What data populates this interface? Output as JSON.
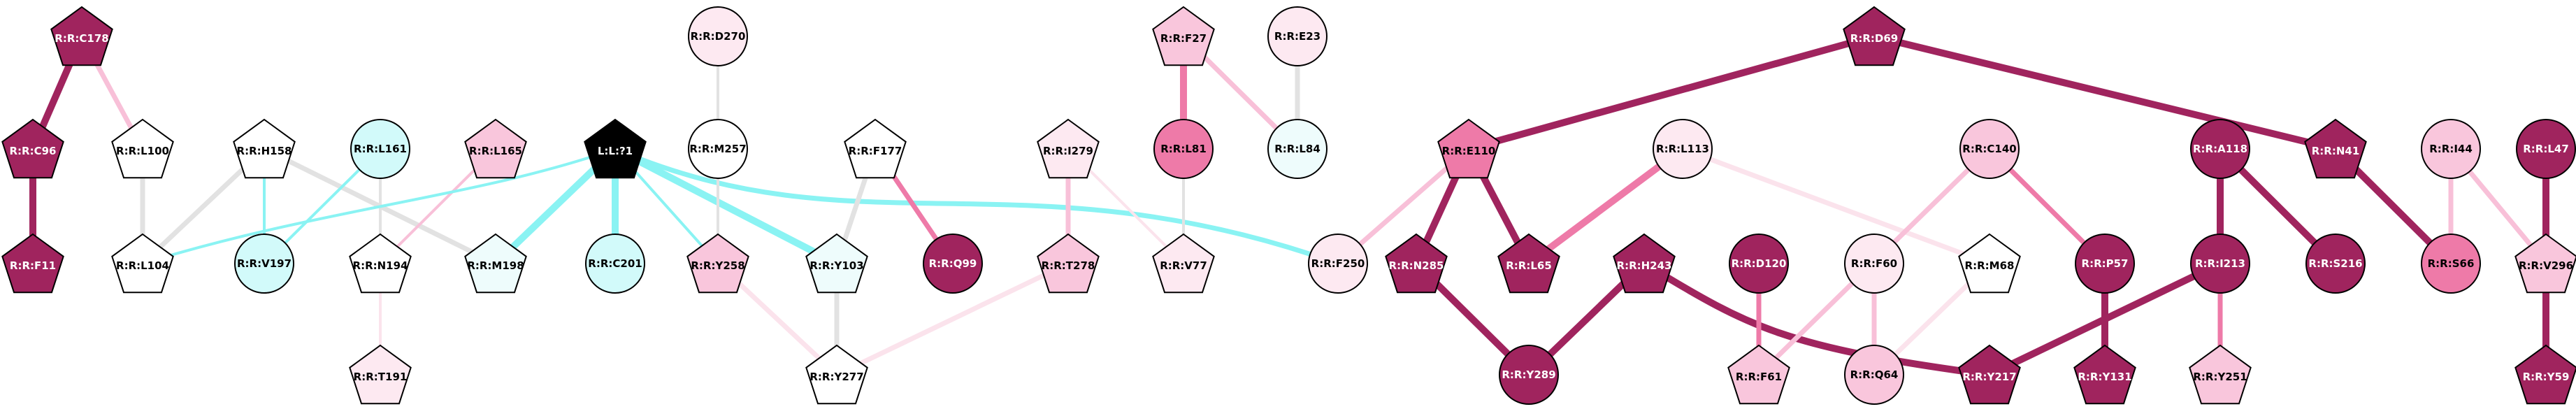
{
  "colors": {
    "dark": "#a0245e",
    "mid": "#ee7aa8",
    "light": "#f9c6dc",
    "pale": "#fde9f1",
    "white": "#ffffff",
    "cyan": "#d2fafa",
    "cyan_pale": "#eefcfc",
    "black": "#000000",
    "edge_cyan": "#8af3f3",
    "edge_gray": "#e2e2e2",
    "edge_dark": "#a0245e",
    "edge_mid": "#ee7aa8",
    "edge_light": "#f8c0d8",
    "edge_pale": "#fbe3ec"
  },
  "nodes": [
    {
      "id": "C178",
      "label": "R:R:C178",
      "shape": "pentagon",
      "fill": "dark"
    },
    {
      "id": "C96",
      "label": "R:R:C96",
      "shape": "pentagon",
      "fill": "dark"
    },
    {
      "id": "F11",
      "label": "R:R:F11",
      "shape": "pentagon",
      "fill": "dark"
    },
    {
      "id": "L100",
      "label": "R:R:L100",
      "shape": "pentagon",
      "fill": "white"
    },
    {
      "id": "L104",
      "label": "R:R:L104",
      "shape": "pentagon",
      "fill": "white"
    },
    {
      "id": "H158",
      "label": "R:R:H158",
      "shape": "pentagon",
      "fill": "white"
    },
    {
      "id": "V197",
      "label": "R:R:V197",
      "shape": "circle",
      "fill": "cyan"
    },
    {
      "id": "L161",
      "label": "R:R:L161",
      "shape": "circle",
      "fill": "cyan"
    },
    {
      "id": "N194",
      "label": "R:R:N194",
      "shape": "pentagon",
      "fill": "white"
    },
    {
      "id": "T191",
      "label": "R:R:T191",
      "shape": "pentagon",
      "fill": "pale"
    },
    {
      "id": "L165",
      "label": "R:R:L165",
      "shape": "pentagon",
      "fill": "light"
    },
    {
      "id": "M198",
      "label": "R:R:M198",
      "shape": "pentagon",
      "fill": "cyan_pale"
    },
    {
      "id": "L71",
      "label": "L:L:?1",
      "shape": "pentagon",
      "fill": "black"
    },
    {
      "id": "C201",
      "label": "R:R:C201",
      "shape": "circle",
      "fill": "cyan"
    },
    {
      "id": "D270",
      "label": "R:R:D270",
      "shape": "circle",
      "fill": "pale"
    },
    {
      "id": "M257",
      "label": "R:R:M257",
      "shape": "circle",
      "fill": "white"
    },
    {
      "id": "Y258",
      "label": "R:R:Y258",
      "shape": "pentagon",
      "fill": "light"
    },
    {
      "id": "F177",
      "label": "R:R:F177",
      "shape": "pentagon",
      "fill": "white"
    },
    {
      "id": "Y103",
      "label": "R:R:Y103",
      "shape": "pentagon",
      "fill": "cyan_pale"
    },
    {
      "id": "Y277",
      "label": "R:R:Y277",
      "shape": "pentagon",
      "fill": "white"
    },
    {
      "id": "Q99",
      "label": "R:R:Q99",
      "shape": "circle",
      "fill": "dark"
    },
    {
      "id": "I279",
      "label": "R:R:I279",
      "shape": "pentagon",
      "fill": "pale"
    },
    {
      "id": "T278",
      "label": "R:R:T278",
      "shape": "pentagon",
      "fill": "light"
    },
    {
      "id": "F27",
      "label": "R:R:F27",
      "shape": "pentagon",
      "fill": "light"
    },
    {
      "id": "L81",
      "label": "R:R:L81",
      "shape": "circle",
      "fill": "mid"
    },
    {
      "id": "V77",
      "label": "R:R:V77",
      "shape": "pentagon",
      "fill": "pale"
    },
    {
      "id": "E23",
      "label": "R:R:E23",
      "shape": "circle",
      "fill": "pale"
    },
    {
      "id": "L84",
      "label": "R:R:L84",
      "shape": "circle",
      "fill": "cyan_pale"
    },
    {
      "id": "E110",
      "label": "R:R:E110",
      "shape": "pentagon",
      "fill": "mid"
    },
    {
      "id": "F250",
      "label": "R:R:F250",
      "shape": "circle",
      "fill": "pale"
    },
    {
      "id": "N285",
      "label": "R:R:N285",
      "shape": "pentagon",
      "fill": "dark"
    },
    {
      "id": "L65",
      "label": "R:R:L65",
      "shape": "pentagon",
      "fill": "dark"
    },
    {
      "id": "Y289",
      "label": "R:R:Y289",
      "shape": "circle",
      "fill": "dark"
    },
    {
      "id": "H243",
      "label": "R:R:H243",
      "shape": "pentagon",
      "fill": "dark"
    },
    {
      "id": "L113",
      "label": "R:R:L113",
      "shape": "circle",
      "fill": "pale"
    },
    {
      "id": "D120",
      "label": "R:R:D120",
      "shape": "circle",
      "fill": "dark"
    },
    {
      "id": "F60",
      "label": "R:R:F60",
      "shape": "circle",
      "fill": "pale"
    },
    {
      "id": "F61",
      "label": "R:R:F61",
      "shape": "pentagon",
      "fill": "light"
    },
    {
      "id": "Q64",
      "label": "R:R:Q64",
      "shape": "circle",
      "fill": "light"
    },
    {
      "id": "M68",
      "label": "R:R:M68",
      "shape": "pentagon",
      "fill": "white"
    },
    {
      "id": "C140",
      "label": "R:R:C140",
      "shape": "circle",
      "fill": "light"
    },
    {
      "id": "P57",
      "label": "R:R:P57",
      "shape": "circle",
      "fill": "dark"
    },
    {
      "id": "Y131",
      "label": "R:R:Y131",
      "shape": "pentagon",
      "fill": "dark"
    },
    {
      "id": "Y217",
      "label": "R:R:Y217",
      "shape": "pentagon",
      "fill": "dark"
    },
    {
      "id": "D69",
      "label": "R:R:D69",
      "shape": "pentagon",
      "fill": "dark"
    },
    {
      "id": "A118",
      "label": "R:R:A118",
      "shape": "circle",
      "fill": "dark"
    },
    {
      "id": "I213",
      "label": "R:R:I213",
      "shape": "circle",
      "fill": "dark"
    },
    {
      "id": "Y251",
      "label": "R:R:Y251",
      "shape": "pentagon",
      "fill": "light"
    },
    {
      "id": "S216",
      "label": "R:R:S216",
      "shape": "circle",
      "fill": "dark"
    },
    {
      "id": "N41",
      "label": "R:R:N41",
      "shape": "pentagon",
      "fill": "dark"
    },
    {
      "id": "I44",
      "label": "R:R:I44",
      "shape": "circle",
      "fill": "light"
    },
    {
      "id": "S66",
      "label": "R:R:S66",
      "shape": "circle",
      "fill": "mid"
    },
    {
      "id": "L47",
      "label": "R:R:L47",
      "shape": "circle",
      "fill": "dark"
    },
    {
      "id": "V296",
      "label": "R:R:V296",
      "shape": "pentagon",
      "fill": "light"
    },
    {
      "id": "Y59",
      "label": "R:R:Y59",
      "shape": "pentagon",
      "fill": "dark"
    }
  ],
  "edges": [
    {
      "from": "C178",
      "to": "C96",
      "color": "edge_dark",
      "weight": "thick"
    },
    {
      "from": "C178",
      "to": "L100",
      "color": "edge_light",
      "weight": "medium"
    },
    {
      "from": "C96",
      "to": "F11",
      "color": "edge_dark",
      "weight": "thick"
    },
    {
      "from": "L100",
      "to": "L104",
      "color": "edge_gray",
      "weight": "medium"
    },
    {
      "from": "H158",
      "to": "L104",
      "color": "edge_gray",
      "weight": "medium"
    },
    {
      "from": "H158",
      "to": "M198",
      "color": "edge_gray",
      "weight": "medium"
    },
    {
      "from": "H158",
      "to": "V197",
      "color": "edge_cyan",
      "weight": "thin"
    },
    {
      "from": "L161",
      "to": "V197",
      "color": "edge_cyan",
      "weight": "thin"
    },
    {
      "from": "L161",
      "to": "N194",
      "color": "edge_gray",
      "weight": "thin"
    },
    {
      "from": "L165",
      "to": "N194",
      "color": "edge_light",
      "weight": "thin"
    },
    {
      "from": "N194",
      "to": "T191",
      "color": "edge_pale",
      "weight": "thin"
    },
    {
      "from": "L71",
      "to": "L104",
      "color": "edge_cyan",
      "weight": "thin",
      "curve": "arc-left"
    },
    {
      "from": "L71",
      "to": "M198",
      "color": "edge_cyan",
      "weight": "thick"
    },
    {
      "from": "L71",
      "to": "C201",
      "color": "edge_cyan",
      "weight": "thick"
    },
    {
      "from": "L71",
      "to": "Y258",
      "color": "edge_cyan",
      "weight": "thin"
    },
    {
      "from": "L71",
      "to": "Y103",
      "color": "edge_cyan",
      "weight": "thick"
    },
    {
      "from": "L71",
      "to": "F250",
      "color": "edge_cyan",
      "weight": "medium",
      "curve": "arc-right"
    },
    {
      "from": "D270",
      "to": "M257",
      "color": "edge_gray",
      "weight": "thin"
    },
    {
      "from": "M257",
      "to": "Y258",
      "color": "edge_gray",
      "weight": "thin"
    },
    {
      "from": "F177",
      "to": "Y103",
      "color": "edge_gray",
      "weight": "medium"
    },
    {
      "from": "F177",
      "to": "Q99",
      "color": "edge_mid",
      "weight": "medium"
    },
    {
      "from": "Y258",
      "to": "Y277",
      "color": "edge_pale",
      "weight": "medium"
    },
    {
      "from": "Y103",
      "to": "Y277",
      "color": "edge_gray",
      "weight": "medium"
    },
    {
      "from": "T278",
      "to": "Y277",
      "color": "edge_pale",
      "weight": "medium"
    },
    {
      "from": "I279",
      "to": "T278",
      "color": "edge_light",
      "weight": "medium"
    },
    {
      "from": "I279",
      "to": "V77",
      "color": "edge_pale",
      "weight": "thin"
    },
    {
      "from": "F27",
      "to": "L81",
      "color": "edge_mid",
      "weight": "thick"
    },
    {
      "from": "F27",
      "to": "L84",
      "color": "edge_light",
      "weight": "medium"
    },
    {
      "from": "L81",
      "to": "V77",
      "color": "edge_gray",
      "weight": "thin"
    },
    {
      "from": "E23",
      "to": "L84",
      "color": "edge_gray",
      "weight": "medium"
    },
    {
      "from": "D69",
      "to": "E110",
      "color": "edge_dark",
      "weight": "thick"
    },
    {
      "from": "D69",
      "to": "N41",
      "color": "edge_dark",
      "weight": "thick"
    },
    {
      "from": "E110",
      "to": "N285",
      "color": "edge_dark",
      "weight": "thick"
    },
    {
      "from": "E110",
      "to": "L65",
      "color": "edge_dark",
      "weight": "thick"
    },
    {
      "from": "E110",
      "to": "F250",
      "color": "edge_light",
      "weight": "medium"
    },
    {
      "from": "L113",
      "to": "L65",
      "color": "edge_mid",
      "weight": "thick"
    },
    {
      "from": "L113",
      "to": "M68",
      "color": "edge_pale",
      "weight": "medium"
    },
    {
      "from": "N285",
      "to": "Y289",
      "color": "edge_dark",
      "weight": "thick"
    },
    {
      "from": "H243",
      "to": "Y289",
      "color": "edge_dark",
      "weight": "thick"
    },
    {
      "from": "H243",
      "to": "Y217",
      "color": "edge_dark",
      "weight": "thick",
      "curve": "arc-down"
    },
    {
      "from": "D120",
      "to": "F61",
      "color": "edge_mid",
      "weight": "medium"
    },
    {
      "from": "F60",
      "to": "Q64",
      "color": "edge_light",
      "weight": "medium"
    },
    {
      "from": "C140",
      "to": "F61",
      "color": "edge_light",
      "weight": "medium"
    },
    {
      "from": "C140",
      "to": "P57",
      "color": "edge_mid",
      "weight": "medium"
    },
    {
      "from": "M68",
      "to": "Q64",
      "color": "edge_pale",
      "weight": "medium"
    },
    {
      "from": "P57",
      "to": "Y131",
      "color": "edge_dark",
      "weight": "thick"
    },
    {
      "from": "A118",
      "to": "I213",
      "color": "edge_dark",
      "weight": "thick"
    },
    {
      "from": "A118",
      "to": "S216",
      "color": "edge_dark",
      "weight": "thick"
    },
    {
      "from": "I213",
      "to": "Y217",
      "color": "edge_dark",
      "weight": "thick"
    },
    {
      "from": "I213",
      "to": "Y251",
      "color": "edge_mid",
      "weight": "medium"
    },
    {
      "from": "N41",
      "to": "S66",
      "color": "edge_dark",
      "weight": "thick"
    },
    {
      "from": "I44",
      "to": "S66",
      "color": "edge_light",
      "weight": "medium"
    },
    {
      "from": "I44",
      "to": "V296",
      "color": "edge_light",
      "weight": "medium"
    },
    {
      "from": "L47",
      "to": "V296",
      "color": "edge_dark",
      "weight": "thick"
    },
    {
      "from": "V296",
      "to": "Y59",
      "color": "edge_dark",
      "weight": "thick"
    }
  ]
}
